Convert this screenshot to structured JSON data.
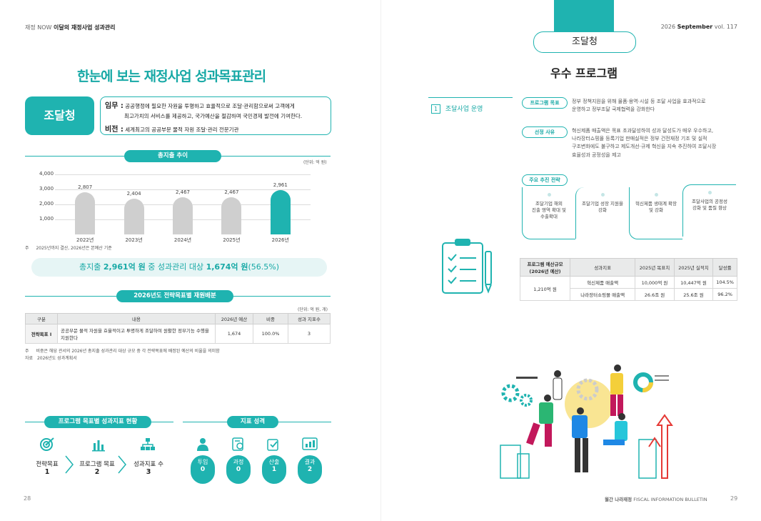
{
  "header": {
    "left_prefix": "재정 NOW",
    "left_title": "이달의 재정사업 성과관리",
    "right_prefix": "2026",
    "right_month": "September",
    "right_vol": "vol. 117"
  },
  "left": {
    "title": "한눈에 보는 재정사업 성과목표관리",
    "agency": "조달청",
    "mission_label": "임무 :",
    "mission_text_1": "공공행정에 필요한 자원을 투명하고 효율적으로 조달·관리함으로써 고객에게",
    "mission_text_2": "최고가치의 서비스를 제공하고, 국가예산을 절감하며 국민경제 발전에 기여한다.",
    "vision_label": "비전 :",
    "vision_text": "세계최고의 공공부문 물적 자원 조달·관리 전문기관",
    "expenditure_title": "총지출 추이",
    "expenditure_unit": "(단위: 억 원)",
    "chart_note_mark": "주",
    "chart_note": "2025년까지 결산, 2026년은 본예산 기준",
    "summary_pre": "총지출 ",
    "summary_b1": "2,961억 원",
    "summary_mid": " 중 성과관리 대상 ",
    "summary_b2": "1,674억 원",
    "summary_post": "(56.5%)",
    "alloc_title": "2026년도 전략목표별 재원배분",
    "alloc_unit": "(단위: 억 원, 개)",
    "alloc_headers": [
      "구분",
      "내용",
      "2026년 예산",
      "비중",
      "성과 지표수"
    ],
    "alloc_row": {
      "label": "전략목표 Ⅰ",
      "content": "공공부문 물적 자원을 효율적이고 투명하게 조달하여 원활한 정부기능 수행을 지원한다",
      "budget": "1,674",
      "share": "100.0%",
      "count": "3"
    },
    "alloc_note_mark": "주",
    "alloc_note": "비중은 해당 관서의 2026년 총지출 성과관리 대상 규모 중 각 전략목표에 배정된 예산의 비율을 의미함",
    "alloc_source_mark": "자료",
    "alloc_source": "2026년도 성과계획서",
    "program_title": "프로그램 목표별 성과지표 현황",
    "program_items": [
      {
        "label": "전략목표",
        "value": "1",
        "icon": "target-icon"
      },
      {
        "label": "프로그램 목표",
        "value": "2",
        "icon": "bar-building-icon"
      },
      {
        "label": "성과지표 수",
        "value": "3",
        "icon": "org-chart-icon"
      }
    ],
    "nature_title": "지표 성격",
    "nature_items": [
      {
        "label": "투입",
        "value": "0",
        "icon": "person-icon"
      },
      {
        "label": "과정",
        "value": "0",
        "icon": "process-icon"
      },
      {
        "label": "산출",
        "value": "1",
        "icon": "output-icon"
      },
      {
        "label": "결과",
        "value": "2",
        "icon": "result-icon"
      }
    ],
    "page_number": "28"
  },
  "chart_data": {
    "type": "bar",
    "title": "총지출 추이",
    "categories": [
      "2022년",
      "2023년",
      "2024년",
      "2025년",
      "2026년"
    ],
    "values": [
      2807,
      2404,
      2467,
      2467,
      2961
    ],
    "value_labels": [
      "2,807",
      "2,404",
      "2,467",
      "2,467",
      "2,961"
    ],
    "ylim": [
      0,
      4000
    ],
    "yticks": [
      "4,000",
      "3,000",
      "2,000",
      "1,000"
    ],
    "ylabel": "",
    "xlabel": "",
    "highlight_color": "#1fb3b0",
    "base_color": "#cfcfcf",
    "grid": true
  },
  "right": {
    "agency_tab": "조달청",
    "title": "우수 프로그램",
    "section_label": "조달사업 운영",
    "section_number": "1",
    "goal_label": "프로그램 목표",
    "goal_text_1": "정부 정책지원을 위해 물품·용역·시설 등 조달 사업을 효과적으로",
    "goal_text_2": "운영하고 정부조달 국제협력을 강화한다",
    "reason_label": "선정 사유",
    "reason_lines": [
      "혁신제품 매출액은 목표 초과달성하여 성과 달성도가 매우 우수하고,",
      "나라장터쇼핑몰 등록기업 판매실적은 정부 건전재정 기조 및 실적",
      "구조변화에도 불구하고 제도개선·규제 혁신을 지속 추진하여 조달시장",
      "효율성과 공정성을 제고"
    ],
    "strategy_label": "주요 추진 전략",
    "strategies": [
      [
        "조달기업 해외",
        "진출 영역 확대 및",
        "수출확대"
      ],
      [
        "조달기업 성장 지원을",
        "강화"
      ],
      [
        "혁신제품 생태계 확장",
        "및 강화"
      ],
      [
        "조달사업의 공정성",
        "강화 및 품질 향상"
      ]
    ],
    "table_headers": [
      "프로그램 예산규모 (2026년 예산)",
      "성과지표",
      "2025년 목표치",
      "2025년 실적치",
      "달성률"
    ],
    "table_budget": "1,210억 원",
    "table_rows": [
      {
        "indicator": "혁신제품 매출액",
        "target": "10,000억 원",
        "actual": "10,447억 원",
        "rate": "104.5%"
      },
      {
        "indicator": "나라장터쇼핑몰 매출액",
        "target": "26.6조 원",
        "actual": "25.6조 원",
        "rate": "96.2%"
      }
    ],
    "footer_prefix": "월간 나라재정",
    "footer_text": "FISCAL INFORMATION BULLETIN",
    "page_number": "29"
  }
}
